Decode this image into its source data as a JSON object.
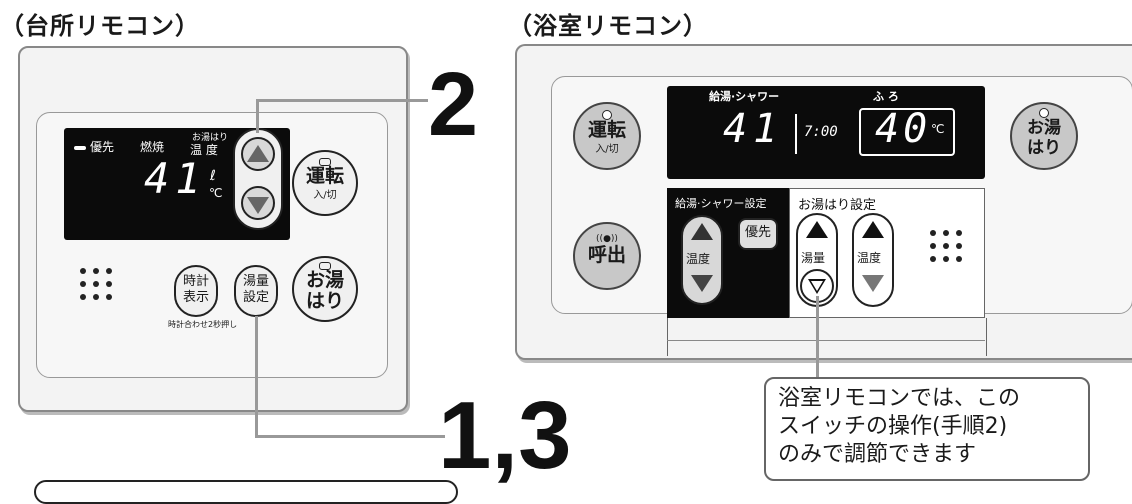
{
  "headings": {
    "kitchen": "（台所リモコン）",
    "bath": "（浴室リモコン）"
  },
  "step_labels": {
    "step2": "2",
    "step13": "1,3"
  },
  "kitchen": {
    "lcd": {
      "priority": "優先",
      "combustion": "燃焼",
      "ofuro_top": "お湯はり",
      "temp_label": "温 度",
      "digits": "41",
      "unit_l": "ℓ",
      "unit_c": "℃"
    },
    "buttons": {
      "power_main": "運転",
      "power_sub": "入/切",
      "ofuro_1": "お湯",
      "ofuro_2": "はり",
      "clock_1": "時計",
      "clock_2": "表示",
      "amount_1": "湯量",
      "amount_2": "設定",
      "clock_note": "時計合わせ2秒押し"
    }
  },
  "bath": {
    "lcd": {
      "label_left": "給湯·シャワー",
      "label_right": "ふ ろ",
      "digits_left": "41",
      "clock": "7:00",
      "digits_right": "40",
      "unit_c": "℃"
    },
    "buttons": {
      "power_main": "運転",
      "power_sub": "入/切",
      "ofuro_1": "お湯",
      "ofuro_2": "はり",
      "call": "呼出",
      "call_icon": "((●))"
    },
    "shower_section": {
      "title": "給湯·シャワー設定",
      "temp": "温度",
      "priority": "優先"
    },
    "ofuro_section": {
      "title": "お湯はり設定",
      "amount": "湯量",
      "temp": "温度"
    }
  },
  "callout": {
    "line1": "浴室リモコンでは、この",
    "line2": "スイッチの操作(手順2)",
    "line3": "のみで調節できます"
  }
}
